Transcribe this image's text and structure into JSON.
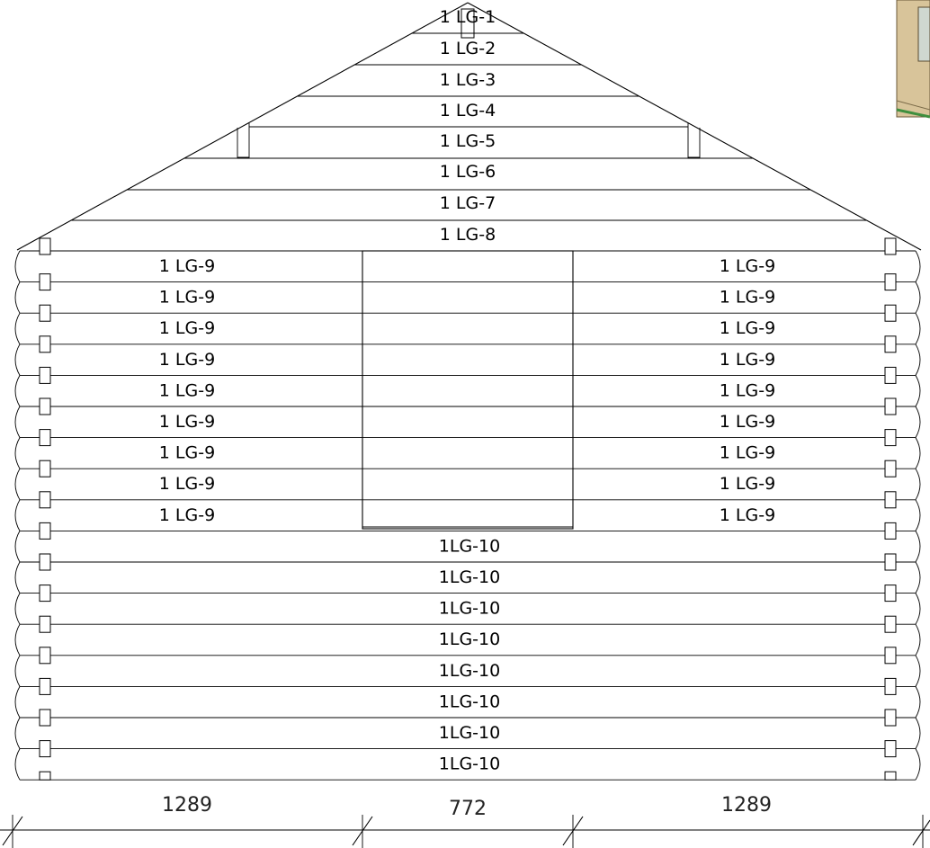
{
  "gable": {
    "course_labels": [
      "1 LG-1",
      "1 LG-2",
      "1 LG-3",
      "1 LG-4",
      "1 LG-5",
      "1 LG-6",
      "1 LG-7",
      "1 LG-8"
    ]
  },
  "wall_upper": {
    "left_labels": [
      "1 LG-9",
      "1 LG-9",
      "1 LG-9",
      "1 LG-9",
      "1 LG-9",
      "1 LG-9",
      "1 LG-9",
      "1 LG-9",
      "1 LG-9"
    ],
    "right_labels": [
      "1 LG-9",
      "1 LG-9",
      "1 LG-9",
      "1 LG-9",
      "1 LG-9",
      "1 LG-9",
      "1 LG-9",
      "1 LG-9",
      "1 LG-9"
    ]
  },
  "wall_lower": {
    "course_labels": [
      "1LG-10",
      "1LG-10",
      "1LG-10",
      "1LG-10",
      "1LG-10",
      "1LG-10",
      "1LG-10",
      "1LG-10"
    ]
  },
  "dimensions": {
    "left": "1289",
    "middle": "772",
    "right": "1289"
  }
}
